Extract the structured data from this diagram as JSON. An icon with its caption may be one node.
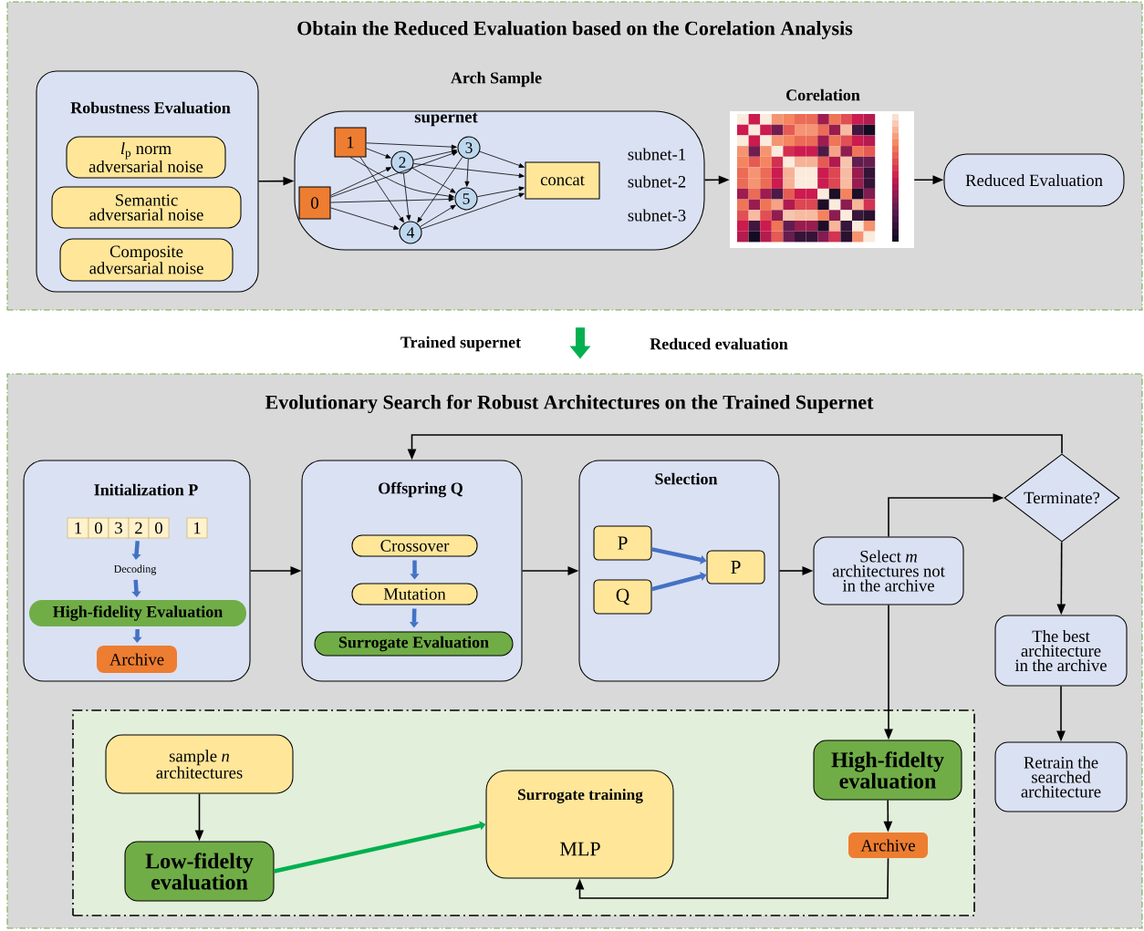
{
  "diagram": {
    "nodes": [
      {
        "text": [
          "Obtain the Reduced Evaluation based on the Corelation Analysis"
        ]
      },
      {
        "text": [
          "Robustness Evaluation"
        ],
        "in": 0
      },
      {
        "text": [
          "*l*$_{p}$ norm adversarial noise"
        ],
        "in": 1
      },
      {
        "text": [
          "Semantic adversarial noise"
        ],
        "in": 1
      },
      {
        "text": [
          "Composite adversarial noise"
        ],
        "in": 1
      },
      {
        "text": [
          "supernet",
          "subnet-1",
          "subnet-2",
          "subnet-3"
        ],
        "beside": [
          "Arch Sample"
        ],
        "in": 0
      },
      {
        "text": [
          "1"
        ],
        "in": 5
      },
      {
        "text": [
          "0"
        ],
        "in": 5
      },
      {
        "text": [
          "2"
        ],
        "in": 5
      },
      {
        "text": [
          "3"
        ],
        "in": 5
      },
      {
        "text": [
          "4"
        ],
        "in": 5
      },
      {
        "text": [
          "5"
        ],
        "in": 5
      },
      {
        "text": [
          "concat"
        ],
        "in": 5
      },
      {
        "text": [],
        "shape": "picture",
        "beside": [
          "Corelation"
        ],
        "in": 0
      },
      {
        "text": [
          "Reduced Evaluation"
        ],
        "in": 0
      },
      {
        "text": [
          "Evolutionary Search for Robust Architectures on the Trained Supernet"
        ]
      },
      {
        "text": [
          "Initialization P"
        ],
        "in": 15
      },
      {
        "text": [
          "1"
        ],
        "in": 16
      },
      {
        "text": [
          "0"
        ],
        "in": 16
      },
      {
        "text": [
          "3"
        ],
        "in": 16
      },
      {
        "text": [
          "2"
        ],
        "in": 16
      },
      {
        "text": [
          "0"
        ],
        "in": 16
      },
      {
        "text": [
          "1"
        ],
        "in": 16
      },
      {
        "text": [
          "Decoding"
        ],
        "in": 16
      },
      {
        "text": [
          "High-fidelity Evaluation"
        ],
        "in": 16
      },
      {
        "text": [
          "Archive"
        ],
        "in": 16
      },
      {
        "text": [
          "Offspring Q"
        ],
        "in": 15
      },
      {
        "text": [
          "Crossover"
        ],
        "in": 26
      },
      {
        "text": [
          "Mutation"
        ],
        "in": 26
      },
      {
        "text": [
          "Surrogate Evaluation"
        ],
        "in": 26
      },
      {
        "text": [
          "Selection"
        ],
        "in": 15
      },
      {
        "text": [
          "P"
        ],
        "in": 30
      },
      {
        "text": [
          "Q"
        ],
        "in": 30
      },
      {
        "text": [
          "P"
        ],
        "in": 30
      },
      {
        "text": [
          "Select *m* architectures not in the archive"
        ],
        "in": 15
      },
      {
        "text": [
          "Terminate?"
        ],
        "in": 15
      },
      {
        "text": [
          "The best architecture in the archive"
        ],
        "in": 15
      },
      {
        "text": [
          "Retrain the searched architecture"
        ],
        "in": 15
      },
      {
        "text": [],
        "shape": "box",
        "in": 15
      },
      {
        "text": [
          "sample *n* architectures"
        ],
        "in": 38
      },
      {
        "text": [
          "Low-fidelty evaluation"
        ],
        "in": 38
      },
      {
        "text": [
          "Surrogate training",
          "MLP"
        ],
        "in": 38
      },
      {
        "text": [
          "High-fidelty evaluation"
        ],
        "in": 38
      },
      {
        "text": [
          "Archive"
        ],
        "in": 38
      }
    ],
    "edges": [
      {
        "from": 6,
        "to": 8,
        "arrow": "to"
      },
      {
        "from": 6,
        "to": 9,
        "arrow": "to"
      },
      {
        "from": 6,
        "to": 11,
        "arrow": "to"
      },
      {
        "from": 6,
        "to": 10,
        "arrow": "to"
      },
      {
        "from": 7,
        "to": 8,
        "arrow": "to"
      },
      {
        "from": 7,
        "to": 9,
        "arrow": "to"
      },
      {
        "from": 7,
        "to": 11,
        "arrow": "to"
      },
      {
        "from": 7,
        "to": 10,
        "arrow": "to"
      },
      {
        "from": 8,
        "to": 9,
        "arrow": "to"
      },
      {
        "from": 8,
        "to": 11,
        "arrow": "to"
      },
      {
        "from": 8,
        "to": 10,
        "arrow": "to"
      },
      {
        "from": 8,
        "to": 12,
        "arrow": "to"
      },
      {
        "from": 9,
        "to": 11,
        "arrow": "to"
      },
      {
        "from": 9,
        "to": 12,
        "arrow": "to"
      },
      {
        "from": 9,
        "to": 10,
        "arrow": "to"
      },
      {
        "from": 10,
        "to": 11,
        "arrow": "to"
      },
      {
        "from": 10,
        "to": 12,
        "arrow": "to"
      },
      {
        "from": 11,
        "to": 12,
        "arrow": "to"
      },
      {
        "from": 1,
        "to": 5,
        "arrow": "to"
      },
      {
        "from": 5,
        "to": 13,
        "arrow": "to"
      },
      {
        "from": 13,
        "to": 14,
        "arrow": "to"
      },
      {
        "from": 0,
        "to": 15,
        "arrow": "to",
        "style": "thick",
        "color": "#00b050"
      },
      {
        "from": 20,
        "to": 23,
        "arrow": "to",
        "style": "thick",
        "color": "#4472c4"
      },
      {
        "from": 23,
        "to": 24,
        "arrow": "to",
        "style": "thick",
        "color": "#4472c4"
      },
      {
        "from": 24,
        "to": 25,
        "arrow": "to",
        "style": "thick",
        "color": "#4472c4"
      },
      {
        "from": 16,
        "to": 26,
        "arrow": "to"
      },
      {
        "from": 27,
        "to": 28,
        "arrow": "to",
        "style": "thick",
        "color": "#4472c4"
      },
      {
        "from": 28,
        "to": 29,
        "arrow": "to",
        "style": "thick",
        "color": "#4472c4"
      },
      {
        "from": 26,
        "to": 30,
        "arrow": "to"
      },
      {
        "from": 31,
        "to": 33,
        "arrow": "to",
        "style": "thick",
        "color": "#4472c4"
      },
      {
        "from": 32,
        "to": 33,
        "arrow": "to",
        "style": "thick",
        "color": "#4472c4"
      },
      {
        "from": 30,
        "to": 34,
        "arrow": "to"
      },
      {
        "from": 34,
        "to": 35,
        "arrow": "to"
      },
      {
        "from": 35,
        "to": 26,
        "arrow": "to"
      },
      {
        "from": 35,
        "to": 36,
        "arrow": "to"
      },
      {
        "from": 36,
        "to": 37,
        "arrow": "to"
      },
      {
        "from": 34,
        "to": 42,
        "arrow": "to"
      },
      {
        "from": 39,
        "to": 40,
        "arrow": "to"
      },
      {
        "from": 42,
        "to": 43,
        "arrow": "to"
      },
      {
        "from": 43,
        "to": 41,
        "arrow": "to"
      },
      {
        "from": 40,
        "to": 41,
        "arrow": "to",
        "style": "thick",
        "color": "#00b050"
      }
    ],
    "labels": [
      "Trained supernet",
      "Reduced evaluation"
    ]
  }
}
